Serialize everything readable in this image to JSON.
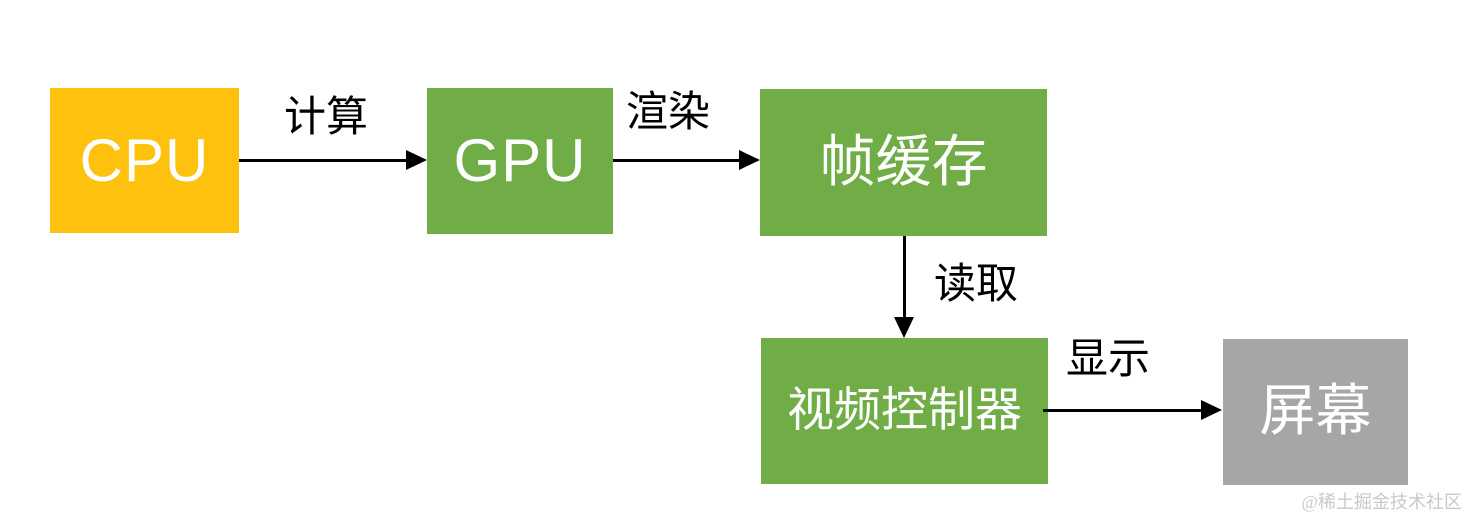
{
  "diagram": {
    "title_implied": "GPU rendering pipeline flow",
    "nodes": {
      "cpu": {
        "label": "CPU",
        "fill": "#FEC10D",
        "text_color": "#FFFFFF"
      },
      "gpu": {
        "label": "GPU",
        "fill": "#70AD47",
        "text_color": "#FFFFFF"
      },
      "framebuffer": {
        "label": "帧缓存",
        "fill": "#70AD47",
        "text_color": "#FFFFFF"
      },
      "video_controller": {
        "label": "视频控制器",
        "fill": "#70AD47",
        "text_color": "#FFFFFF"
      },
      "screen": {
        "label": "屏幕",
        "fill": "#A6A6A6",
        "text_color": "#FFFFFF"
      }
    },
    "edges": {
      "compute": {
        "label": "计算",
        "from": "cpu",
        "to": "gpu",
        "direction": "right"
      },
      "render": {
        "label": "渲染",
        "from": "gpu",
        "to": "framebuffer",
        "direction": "right"
      },
      "read": {
        "label": "读取",
        "from": "framebuffer",
        "to": "video_controller",
        "direction": "down"
      },
      "display": {
        "label": "显示",
        "from": "video_controller",
        "to": "screen",
        "direction": "right"
      }
    },
    "arrow_color": "#000000",
    "background_color": "#FFFFFF"
  },
  "watermark": {
    "text": "@稀土掘金技术社区",
    "color": "#C9C9C9"
  }
}
